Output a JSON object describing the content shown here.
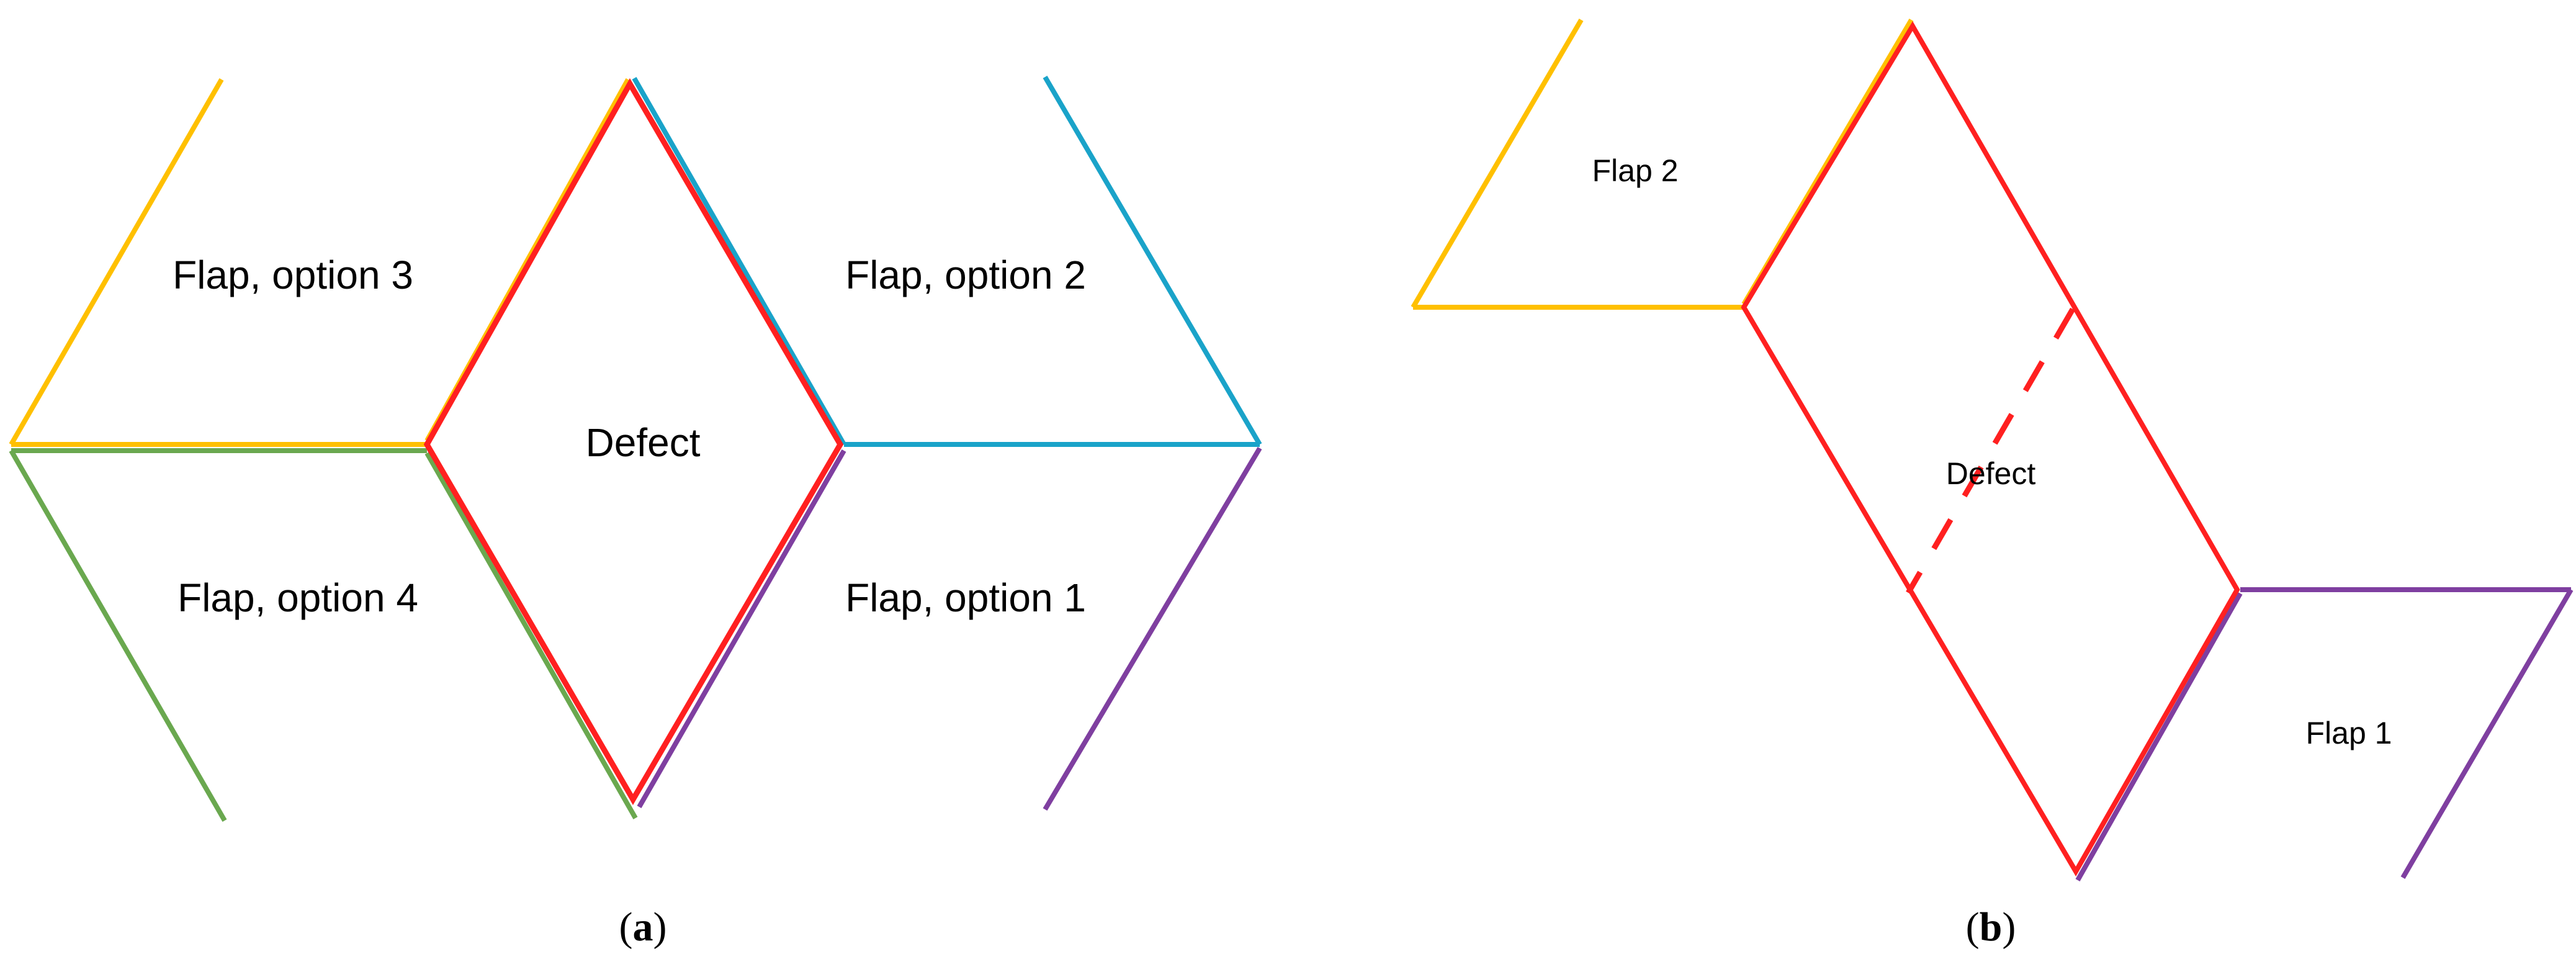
{
  "panel_a": {
    "label_flap_option_3": "Flap, option 3",
    "label_flap_option_2": "Flap, option 2",
    "label_flap_option_4": "Flap, option 4",
    "label_flap_option_1": "Flap, option 1",
    "label_defect": "Defect",
    "caption_open": "(",
    "caption_letter": "a",
    "caption_close": ")"
  },
  "panel_b": {
    "label_flap_2": "Flap 2",
    "label_flap_1": "Flap 1",
    "label_defect": "Defect",
    "caption_open": "(",
    "caption_letter": "b",
    "caption_close": ")"
  },
  "colors": {
    "defect": "#ff2020",
    "flap_yellow": "#ffc000",
    "flap_blue": "#1aa3c9",
    "flap_green": "#6aa84f",
    "flap_purple": "#7f3fa0"
  }
}
